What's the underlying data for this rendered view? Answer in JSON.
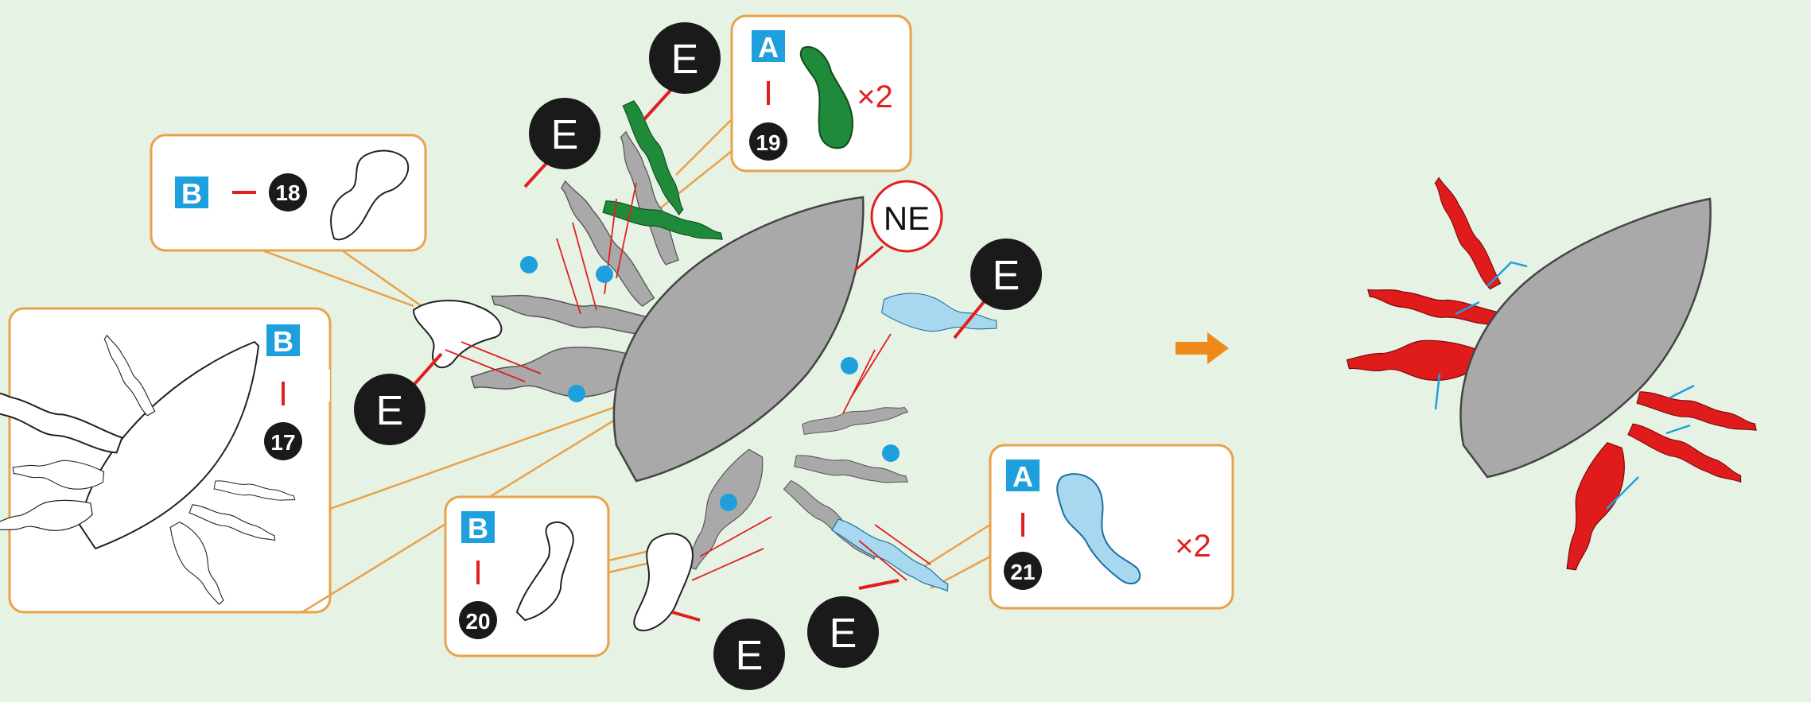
{
  "callouts": {
    "b17": {
      "letter": "B",
      "number": "17"
    },
    "b18": {
      "letter": "B",
      "number": "18"
    },
    "a19": {
      "letter": "A",
      "number": "19",
      "multiplier": "×2"
    },
    "b20": {
      "letter": "B",
      "number": "20"
    },
    "a21": {
      "letter": "A",
      "number": "21",
      "multiplier": "×2"
    }
  },
  "markers": {
    "e_label": "E",
    "ne_label": "NE"
  },
  "colors": {
    "background": "#e6f2e4",
    "callout_border": "#e8a24a",
    "letter_badge": "#1ea0dc",
    "red_accent": "#e02020",
    "arrow_orange": "#ee8a1a",
    "part_grey": "#a9a9a9",
    "part_green": "#1f8a3a",
    "part_lightblue": "#a8d8f0",
    "part_red": "#e01b1b"
  }
}
